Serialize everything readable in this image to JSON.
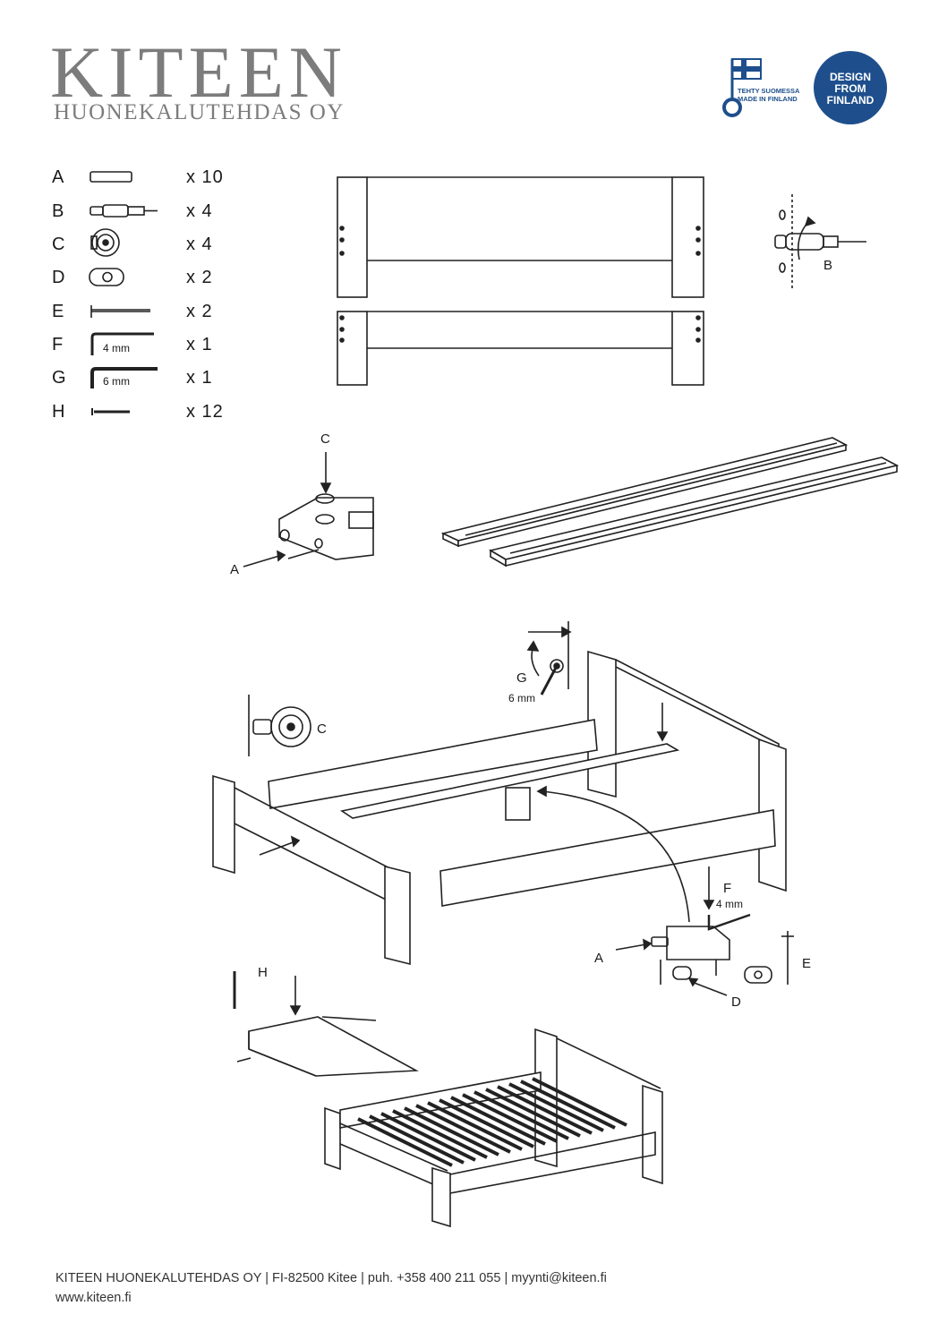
{
  "brand": {
    "name": "KITEEN",
    "subtitle": "HUONEKALUTEHDAS OY",
    "badge_text": [
      "TEHTY SUOMESSA",
      "MADE IN FINLAND"
    ],
    "design_badge": [
      "DESIGN",
      "FROM",
      "FINLAND"
    ],
    "design_color": "#1e4f8c",
    "flag_color": "#1e4f8c"
  },
  "parts": [
    {
      "letter": "A",
      "qty": "x 10",
      "icon": "dowel-icon"
    },
    {
      "letter": "B",
      "qty": "x 4",
      "icon": "connector-bolt-icon"
    },
    {
      "letter": "C",
      "qty": "x 4",
      "icon": "cam-lock-icon"
    },
    {
      "letter": "D",
      "qty": "x 2",
      "icon": "barrel-nut-icon"
    },
    {
      "letter": "E",
      "qty": "x 2",
      "icon": "long-bolt-icon"
    },
    {
      "letter": "F",
      "qty": "x 1",
      "icon": "allen-key-icon",
      "size": "4 mm"
    },
    {
      "letter": "G",
      "qty": "x 1",
      "icon": "allen-key-icon",
      "size": "6 mm"
    },
    {
      "letter": "H",
      "qty": "x 12",
      "icon": "screw-icon"
    }
  ],
  "labels": {
    "b": "B",
    "c_top": "C",
    "a_top": "A",
    "g": "G",
    "g_size": "6 mm",
    "c_mid": "C",
    "f": "F",
    "f_size": "4 mm",
    "a_mid": "A",
    "e": "E",
    "d": "D",
    "h": "H"
  },
  "footer": {
    "line1": "KITEEN HUONEKALUTEHDAS OY  |  FI-82500 Kitee  |  puh. +358 400 211 055  |  myynti@kiteen.fi",
    "line2": "www.kiteen.fi"
  }
}
